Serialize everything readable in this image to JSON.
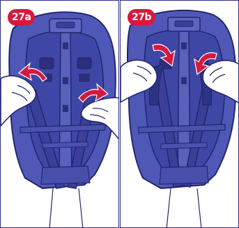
{
  "colors": {
    "seat_fill": "#4f58b6",
    "seat_dark": "#3a3f9a",
    "seat_deep": "#2c2f7d",
    "outline": "#23266c",
    "badge": "#d7193f",
    "arrow": "#d7193f",
    "hand": "#ffffff",
    "border": "#2d2f86"
  },
  "panels": [
    {
      "step_label": "27a",
      "arrow_direction": "outward"
    },
    {
      "step_label": "27b",
      "arrow_direction": "inward"
    }
  ]
}
